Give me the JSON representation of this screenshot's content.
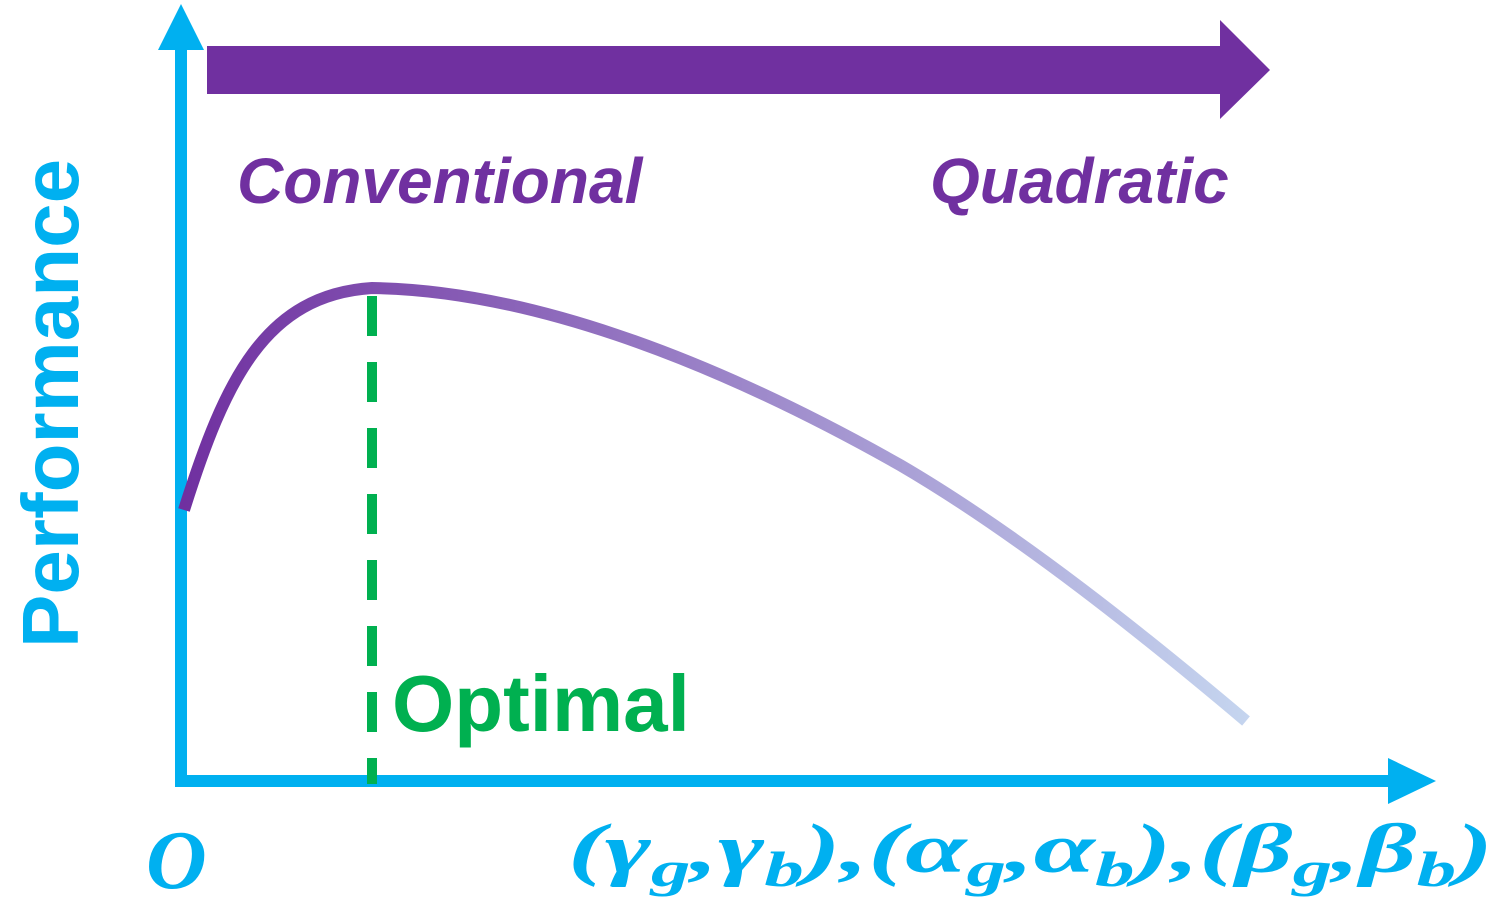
{
  "colors": {
    "axis": "#00b0f0",
    "arrow": "#7030a0",
    "curve_start": "#7030a0",
    "curve_end": "#c5d5ef",
    "optimal": "#00b050"
  },
  "labels": {
    "conventional": "Conventional",
    "quadratic": "Quadratic",
    "optimal": "Optimal",
    "y_axis": "Performance",
    "origin": "O"
  },
  "x_axis_label": {
    "parts": [
      {
        "t": "(",
        "sub": false
      },
      {
        "t": "γ",
        "sub": false
      },
      {
        "t": "g",
        "sub": true
      },
      {
        "t": ",",
        "sub": false
      },
      {
        "t": "γ",
        "sub": false
      },
      {
        "t": "b",
        "sub": true
      },
      {
        "t": "),(",
        "sub": false
      },
      {
        "t": "α",
        "sub": false
      },
      {
        "t": "g",
        "sub": true
      },
      {
        "t": ",",
        "sub": false
      },
      {
        "t": "α",
        "sub": false
      },
      {
        "t": "b",
        "sub": true
      },
      {
        "t": "),(",
        "sub": false
      },
      {
        "t": "β",
        "sub": false
      },
      {
        "t": "g",
        "sub": true
      },
      {
        "t": ",",
        "sub": false
      },
      {
        "t": "β",
        "sub": false
      },
      {
        "t": "b",
        "sub": true
      },
      {
        "t": ")",
        "sub": false
      }
    ]
  }
}
